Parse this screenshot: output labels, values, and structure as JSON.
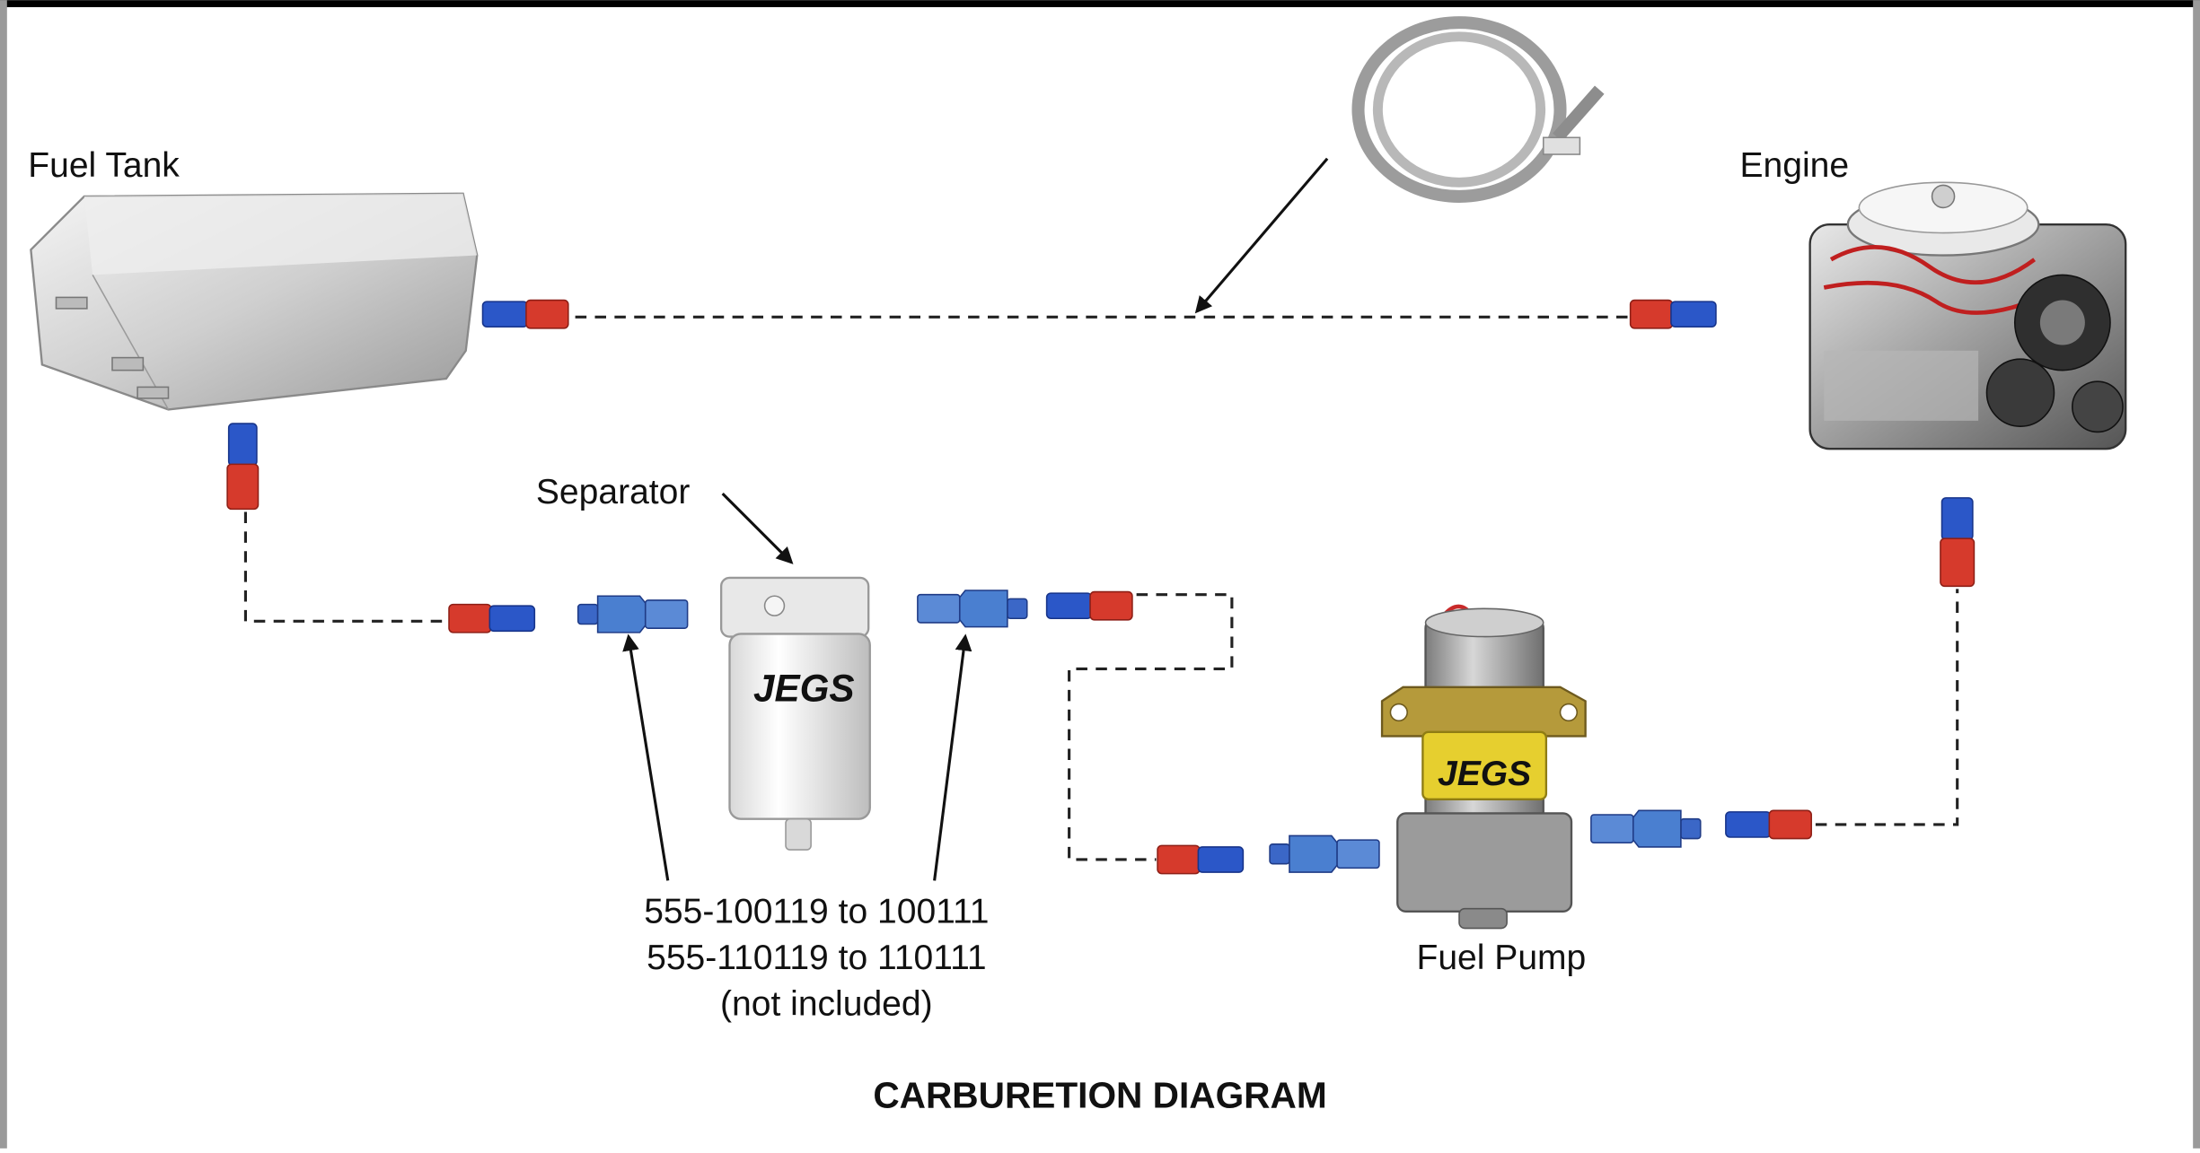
{
  "labels": {
    "fuel_tank": "Fuel Tank",
    "engine": "Engine",
    "separator": "Separator",
    "fuel_pump": "Fuel Pump",
    "part_line_1": "555-100119 to 100111",
    "part_line_2": "555-110119 to 110111",
    "part_line_3": "(not included)",
    "title": "CARBURETION DIAGRAM",
    "brand_filter": "JEGS",
    "brand_pump": "JEGS"
  },
  "colors": {
    "fitting_red": "#d63a2c",
    "fitting_blue": "#2b57c8",
    "adapter_blue": "#4a7fd0",
    "line": "#222222",
    "border": "#000000"
  }
}
